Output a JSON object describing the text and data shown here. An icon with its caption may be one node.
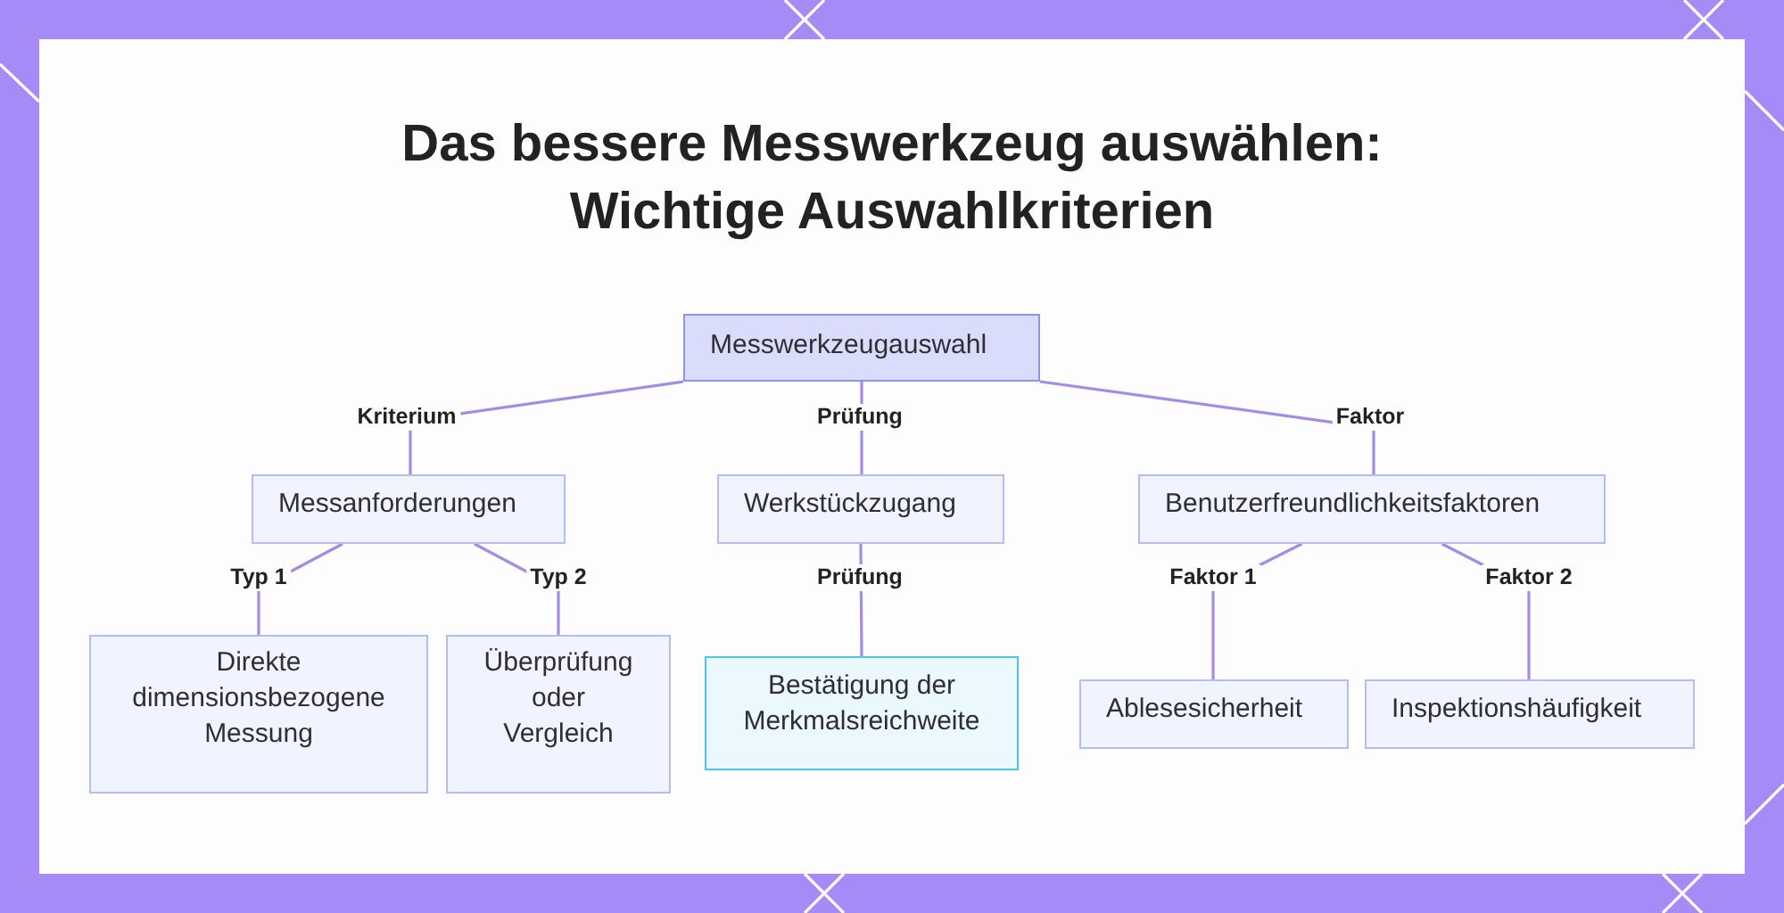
{
  "diagram": {
    "title": "Das bessere Messwerkzeug auswählen: Wichtige Auswahlkriterien",
    "nodes": [
      {
        "text": [
          "Messwerkzeugauswahl"
        ]
      },
      {
        "text": [
          "Messanforderungen"
        ]
      },
      {
        "text": [
          "Werkstückzugang"
        ]
      },
      {
        "text": [
          "Benutzerfreundlichkeitsfaktoren"
        ]
      },
      {
        "text": [
          "Direkte dimensionsbezogene Messung"
        ]
      },
      {
        "text": [
          "Überprüfung oder Vergleich"
        ]
      },
      {
        "text": [
          "Bestätigung der Merkmalsreichweite"
        ]
      },
      {
        "text": [
          "Ablesesicherheit"
        ]
      },
      {
        "text": [
          "Inspektionshäufigkeit"
        ]
      }
    ],
    "edges": [
      {
        "from": 0,
        "to": 1,
        "arrow": "none",
        "label": "Kriterium"
      },
      {
        "from": 0,
        "to": 2,
        "arrow": "none",
        "label": "Prüfung"
      },
      {
        "from": 0,
        "to": 3,
        "arrow": "none",
        "label": "Faktor"
      },
      {
        "from": 1,
        "to": 4,
        "arrow": "none",
        "label": "Typ 1"
      },
      {
        "from": 1,
        "to": 5,
        "arrow": "none",
        "label": "Typ 2"
      },
      {
        "from": 2,
        "to": 6,
        "arrow": "none",
        "label": "Prüfung"
      },
      {
        "from": 3,
        "to": 7,
        "arrow": "none",
        "label": "Faktor 1"
      },
      {
        "from": 3,
        "to": 8,
        "arrow": "none",
        "label": "Faktor 2"
      }
    ]
  }
}
